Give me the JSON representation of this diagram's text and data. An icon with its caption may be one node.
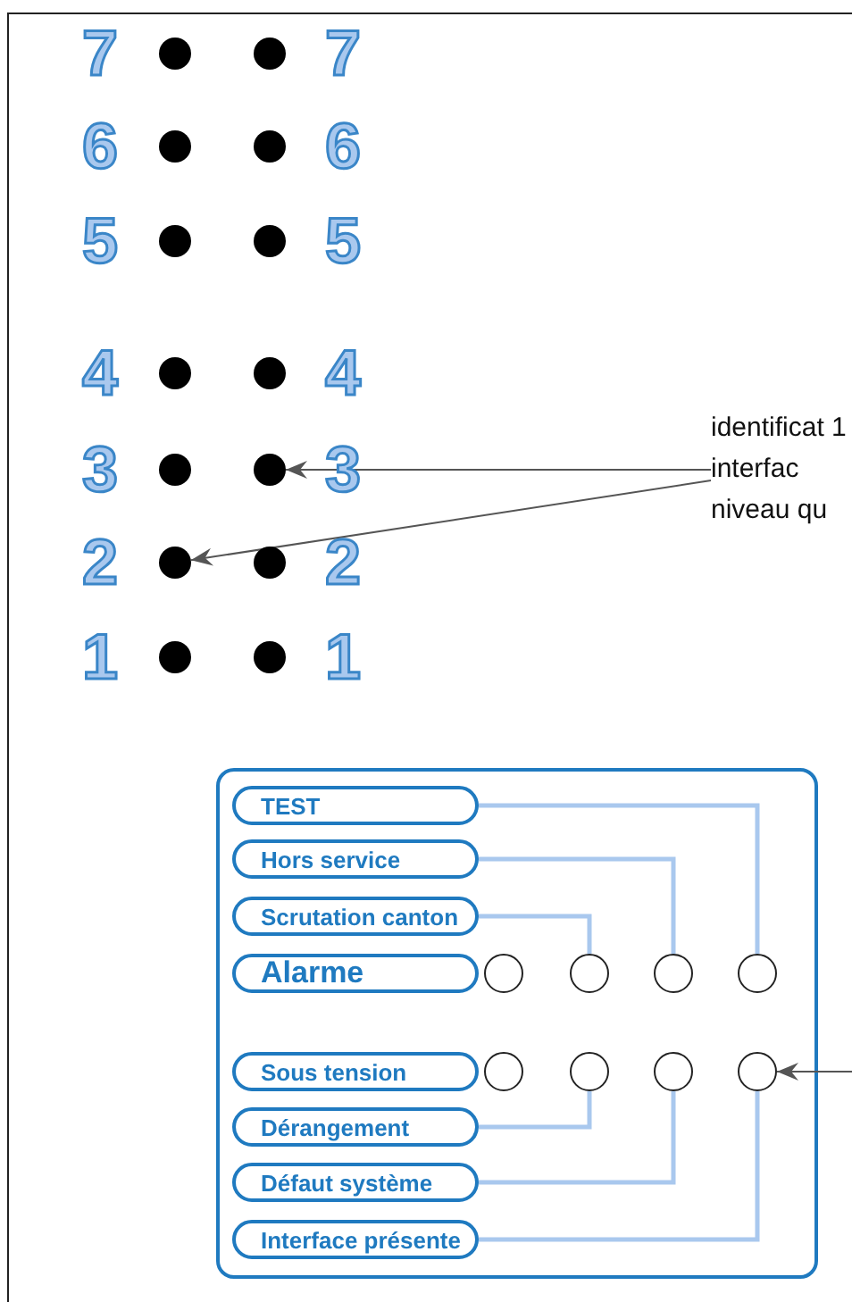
{
  "diagram": {
    "nodes": [
      {
        "text": [],
        "shape": "circle"
      },
      {
        "text": [],
        "shape": "circle"
      },
      {
        "text": [],
        "shape": "circle"
      },
      {
        "text": [],
        "shape": "circle"
      },
      {
        "text": [],
        "shape": "circle"
      },
      {
        "text": [],
        "shape": "circle"
      },
      {
        "text": [],
        "shape": "circle"
      },
      {
        "text": [],
        "shape": "circle"
      },
      {
        "text": [],
        "shape": "circle"
      },
      {
        "text": [],
        "shape": "circle"
      },
      {
        "text": [],
        "shape": "circle"
      },
      {
        "text": [],
        "shape": "circle"
      },
      {
        "text": [],
        "shape": "circle"
      },
      {
        "text": [],
        "shape": "circle"
      },
      {
        "text": [
          "identificat 1 interfac niveau qu"
        ]
      },
      {
        "text": [],
        "shape": "box"
      },
      {
        "text": [
          "TEST"
        ],
        "in": 15
      },
      {
        "text": [
          "Hors service"
        ],
        "in": 15
      },
      {
        "text": [
          "Scrutation canton"
        ],
        "in": 15
      },
      {
        "text": [
          "Alarme"
        ],
        "in": 15
      },
      {
        "text": [],
        "shape": "circle",
        "in": 15
      },
      {
        "text": [],
        "shape": "circle",
        "in": 15
      },
      {
        "text": [],
        "shape": "circle",
        "in": 15
      },
      {
        "text": [],
        "shape": "circle",
        "in": 15
      },
      {
        "text": [
          "Sous tension"
        ],
        "in": 15
      },
      {
        "text": [],
        "shape": "circle",
        "in": 15
      },
      {
        "text": [],
        "shape": "circle",
        "in": 15
      },
      {
        "text": [],
        "shape": "circle",
        "in": 15
      },
      {
        "text": [],
        "shape": "circle",
        "in": 15
      },
      {
        "text": [
          "Dérangement"
        ],
        "in": 15
      },
      {
        "text": [
          "Défaut système"
        ],
        "in": 15
      },
      {
        "text": [
          "Interface présente"
        ],
        "in": 15
      }
    ],
    "edges": [
      {
        "from": 14,
        "to": 9,
        "arrow": "to",
        "color": "#555555"
      },
      {
        "from": 14,
        "to": 10,
        "arrow": "to",
        "color": "#555555"
      },
      {
        "from": 16,
        "to": 23,
        "arrow": "none"
      },
      {
        "from": 17,
        "to": 22,
        "arrow": "none"
      },
      {
        "from": 18,
        "to": 21,
        "arrow": "none"
      },
      {
        "from": null,
        "to": 28,
        "arrow": "to",
        "color": "#555555"
      },
      {
        "from": 29,
        "to": 26,
        "arrow": "none"
      },
      {
        "from": 30,
        "to": 27,
        "arrow": "none"
      },
      {
        "from": 31,
        "to": 28,
        "arrow": "none"
      }
    ],
    "labels": [
      "7",
      "7",
      "6",
      "6",
      "5",
      "5",
      "4",
      "4",
      "3",
      "3",
      "2",
      "2",
      "1",
      "1"
    ]
  }
}
